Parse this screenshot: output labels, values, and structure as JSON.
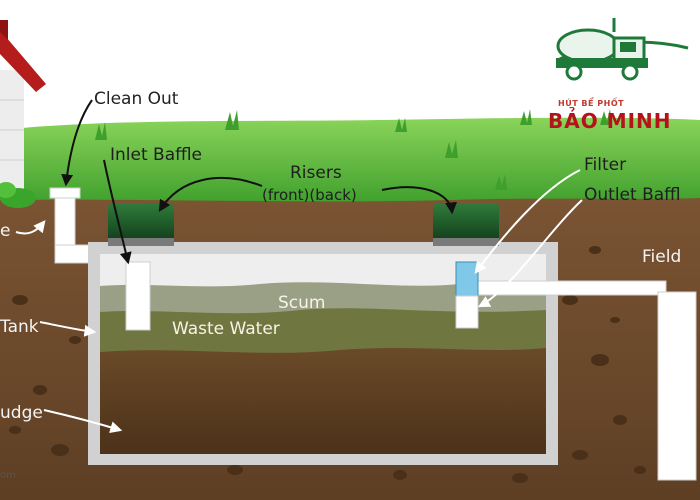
{
  "labels": {
    "clean_out": "Clean Out",
    "inlet_baffle": "Inlet Baffle",
    "risers": "Risers",
    "risers_sub": "(front)(back)",
    "filter": "Filter",
    "outlet_baffle": "Outlet Baffl",
    "field": "Field",
    "inlet_pipe_partial": "e",
    "tank_partial": "Tank",
    "sludge_partial": "udge",
    "scum": "Scum",
    "waste_water": "Waste Water",
    "watermark_partial": "om"
  },
  "logo": {
    "tagline": "HÚT BỂ PHỐT",
    "name": "BẢO MINH",
    "icon": "septic-truck-icon"
  },
  "colors": {
    "sky": "#ffffff",
    "grass": "#4fb33a",
    "soil": "#6b4a2e",
    "tank_wall": "#c9c9c9",
    "scum": "#9aa086",
    "waste_water": "#6f7640",
    "sludge": "#5a3e22",
    "riser": "#1f5a2a",
    "filter": "#7fc8e8",
    "house_roof": "#b51d1d",
    "logo_red": "#b5121b"
  }
}
